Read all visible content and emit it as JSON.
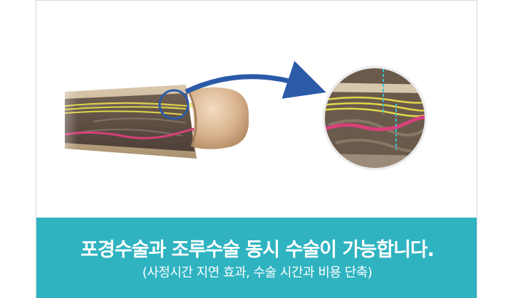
{
  "banner": {
    "headline": "포경수술과 조루수술 동시 수술이 가능합니다.",
    "subline": "(사정시간 지연 효과,  수술 시간과 비용 단축)",
    "background_color": "#2fb3c1",
    "text_color": "#ffffff"
  },
  "illustration": {
    "subject": "anatomical-cross-section",
    "arrow_color": "#2b5aa8",
    "highlight_circle_color": "#2b5aa8",
    "nerve_color": "#e0d64a",
    "vessel_color": "#d8407a",
    "cut_line_color": "#37c3d6"
  }
}
